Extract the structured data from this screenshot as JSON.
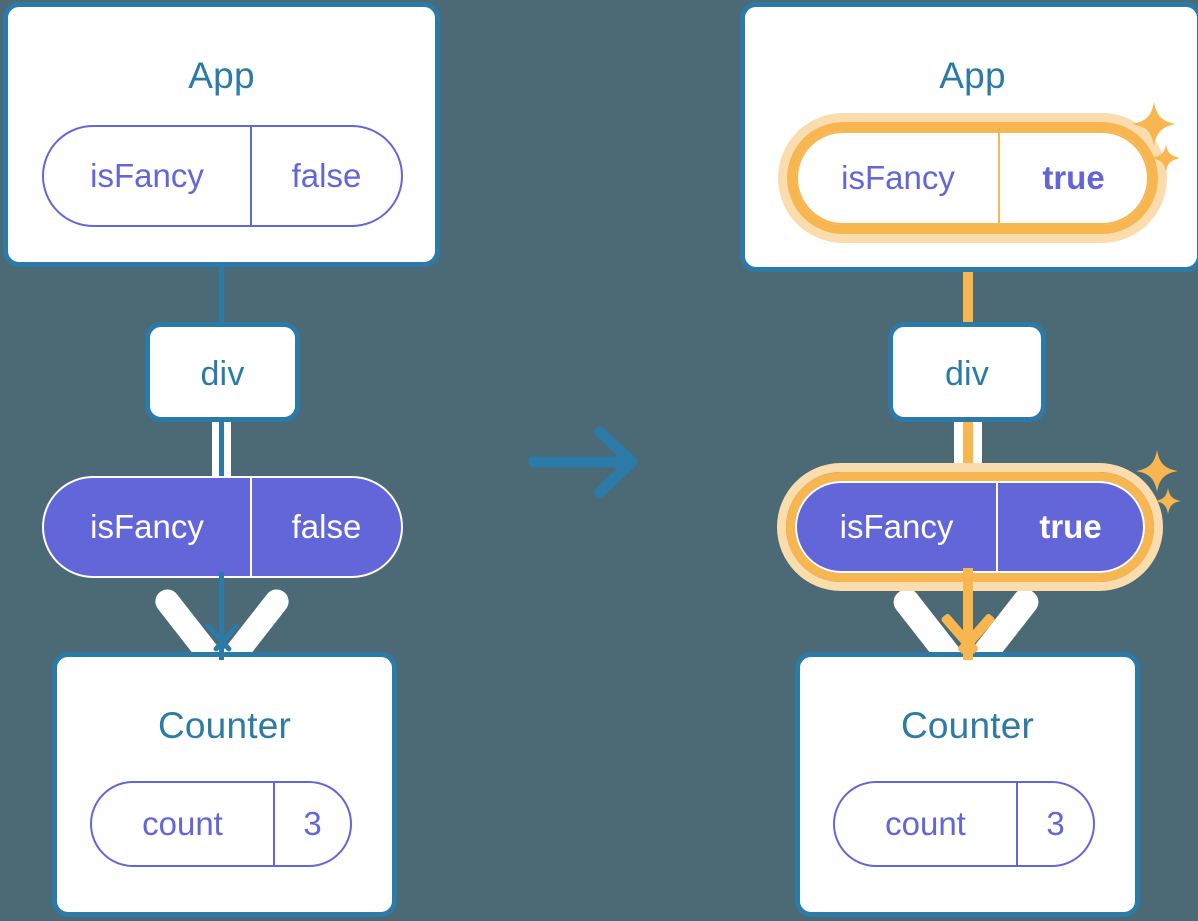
{
  "meta": {
    "title": "React state propagation diagram",
    "background_color": "#4c6a75",
    "accent_blue": "#2b7aa8",
    "accent_purple": "#6366d8",
    "accent_orange": "#f7b64f",
    "accent_orange_light": "#fbdcad"
  },
  "transition": {
    "arrow_label": "right-arrow"
  },
  "before": {
    "app": {
      "title": "App",
      "state": {
        "key": "isFancy",
        "value": "false"
      }
    },
    "div": {
      "label": "div"
    },
    "prop": {
      "key": "isFancy",
      "value": "false"
    },
    "counter": {
      "title": "Counter",
      "state": {
        "key": "count",
        "value": "3"
      }
    }
  },
  "after": {
    "app": {
      "title": "App",
      "state": {
        "key": "isFancy",
        "value": "true",
        "highlighted": true
      }
    },
    "div": {
      "label": "div"
    },
    "prop": {
      "key": "isFancy",
      "value": "true",
      "highlighted": true
    },
    "counter": {
      "title": "Counter",
      "state": {
        "key": "count",
        "value": "3"
      }
    },
    "sparkles": [
      "sparkle-large",
      "sparkle-small"
    ]
  }
}
